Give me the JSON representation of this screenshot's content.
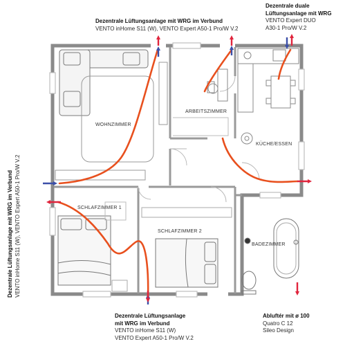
{
  "annotations": {
    "top_center": {
      "title": "Dezentrale Lüftungsanlage mit WRG im Verbund",
      "line2": "VENTO inHome S11 (W), VENTO Expert A50-1 Pro/W V.2"
    },
    "top_right": {
      "title1": "Dezentrale duale",
      "title2": "Lüftungsanlage mit WRG",
      "line3": "VENTO Expert DUO",
      "line4": "A30-1 Pro/W V.2"
    },
    "left_vertical": {
      "title": "Dezentrale Lüftungsanlage mit WRG im Verbund",
      "line2": "VENTO inHome S11 (W), VENTO Expert A50-1 Pro/W V.2"
    },
    "bottom_center": {
      "title1": "Dezentrale Lüftungsanlage",
      "title2": "mit WRG im Verbund",
      "line3": "VENTO inHome S11 (W)",
      "line4": "VENTO Expert A50-1 Pro/W V.2"
    },
    "bottom_right": {
      "title": "Abluftér mit ø 100",
      "line2": "Quatro C 12",
      "line3": "Sileo Design"
    }
  },
  "rooms": {
    "wohnzimmer": "WOHNZIMMER",
    "arbeitszimmer": "ARBEITSZIMMER",
    "kueche": "KÜCHE/ESSEN",
    "schlafzimmer1": "SCHLAFZIMMER 1",
    "schlafzimmer2": "SCHLAFZIMMER 2",
    "badezimmer": "BADEZIMMER"
  },
  "colors": {
    "wall": "#8c8c8c",
    "airflow": "#e8501e",
    "arrow_intake": "#3b4fa8",
    "arrow_exhaust": "#e0243c"
  }
}
